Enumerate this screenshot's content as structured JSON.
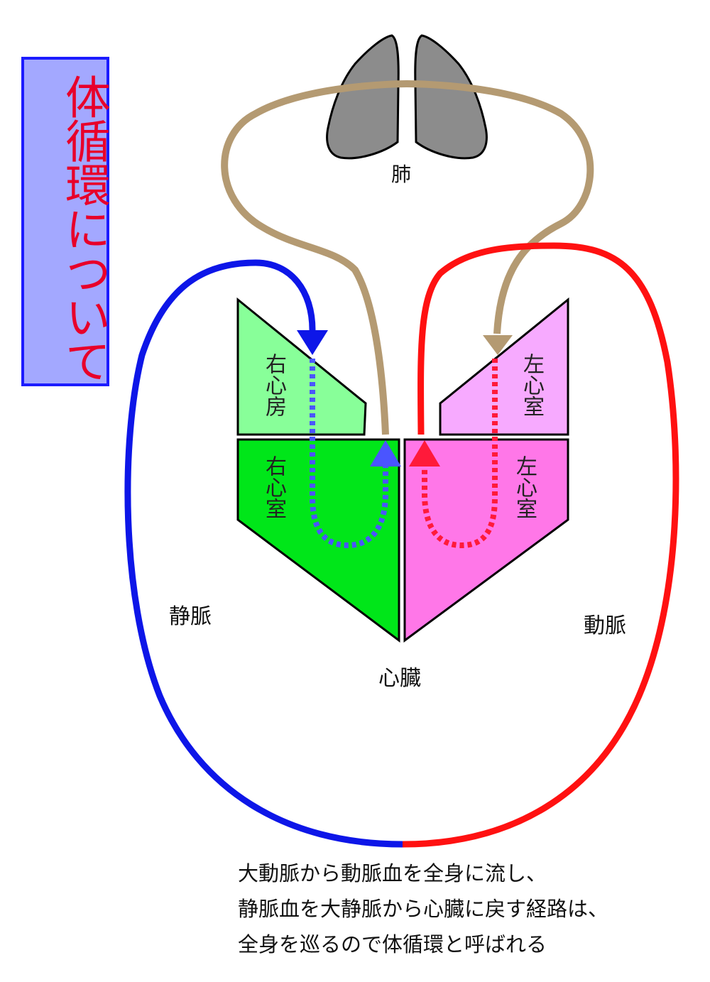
{
  "title": "体循環について",
  "labels": {
    "lungs": "肺",
    "right_atrium": "右心房",
    "right_ventricle": "右心室",
    "left_atrium": "左心室",
    "left_ventricle": "左心室",
    "vein": "静脈",
    "artery": "動脈",
    "heart": "心臓"
  },
  "caption": [
    "大動脈から動脈血を全身に流し、",
    "静脈血を大静脈から心臓に戻す経路は、",
    "全身を巡るので体循環と呼ばれる"
  ],
  "colors": {
    "title_box_fill": "#a3a8ff",
    "title_box_border": "#1c1cff",
    "title_text": "#e8002a",
    "right_atrium": "#88ff99",
    "right_ventricle": "#00e619",
    "left_atrium": "#f7aaff",
    "left_ventricle": "#ff77e8",
    "venous_blood": "#0d16e8",
    "arterial_blood": "#ff1111",
    "pulmonary_path": "#b49a72",
    "lungs": "#8c8c8c"
  }
}
